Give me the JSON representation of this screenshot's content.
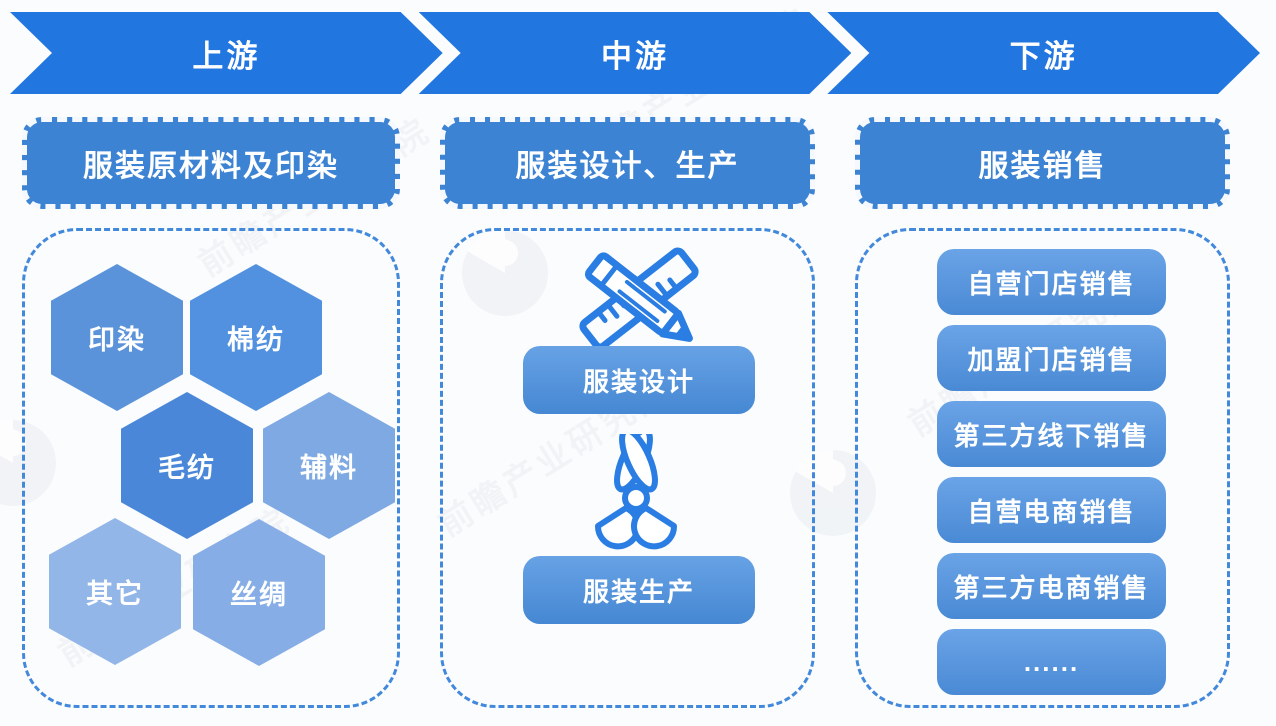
{
  "banner": {
    "color": "#2176e0",
    "text_color": "#ffffff",
    "segments": [
      {
        "label": "上游"
      },
      {
        "label": "中游"
      },
      {
        "label": "下游"
      }
    ]
  },
  "columns": {
    "upstream": {
      "header": "服装原材料及印染",
      "header_color": "#3d83d4",
      "hexagons": [
        {
          "label": "印染",
          "color": "#5b93da"
        },
        {
          "label": "棉纺",
          "color": "#5290e0"
        },
        {
          "label": "毛纺",
          "color": "#4a87d9"
        },
        {
          "label": "辅料",
          "color": "#7fa9e2"
        },
        {
          "label": "其它",
          "color": "#93b6e8"
        },
        {
          "label": "丝绸",
          "color": "#86ade5"
        }
      ]
    },
    "midstream": {
      "header": "服装设计、生产",
      "header_color": "#3d83d4",
      "items": [
        {
          "label": "服装设计",
          "icon": "ruler-pencil-icon",
          "color": "#4a90e0"
        },
        {
          "label": "服装生产",
          "icon": "scissors-icon",
          "color": "#4a90e0"
        }
      ]
    },
    "downstream": {
      "header": "服装销售",
      "header_color": "#3d83d4",
      "items": [
        {
          "label": "自营门店销售",
          "color": "#4e92e2"
        },
        {
          "label": "加盟门店销售",
          "color": "#4e92e2"
        },
        {
          "label": "第三方线下销售",
          "color": "#4e92e2"
        },
        {
          "label": "自营电商销售",
          "color": "#4e92e2"
        },
        {
          "label": "第三方电商销售",
          "color": "#4e92e2"
        },
        {
          "label": "......",
          "color": "#4e92e2"
        }
      ]
    }
  },
  "watermark": {
    "text": "前瞻产业研究院"
  },
  "colors": {
    "dashed_border": "#4289dc",
    "icon_stroke": "#2a7de2",
    "background": "#fbfcfd"
  }
}
